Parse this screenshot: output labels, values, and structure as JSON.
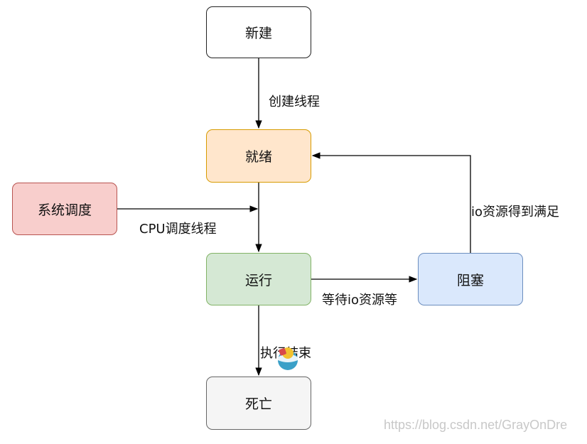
{
  "nodes": {
    "new": "新建",
    "ready": "就绪",
    "scheduler": "系统调度",
    "running": "运行",
    "blocked": "阻塞",
    "terminated": "死亡"
  },
  "edges": {
    "create_thread": "创建线程",
    "cpu_schedule": "CPU调度线程",
    "io_satisfied": "io资源得到满足",
    "wait_io": "等待io资源等",
    "exec_end": "执行结束"
  },
  "colors": {
    "new_fill": "#ffffff",
    "ready_fill": "#ffe6cc",
    "ready_stroke": "#d79b00",
    "scheduler_fill": "#f8cecc",
    "scheduler_stroke": "#b85450",
    "running_fill": "#d5e8d4",
    "running_stroke": "#82b366",
    "blocked_fill": "#dae8fc",
    "blocked_stroke": "#6c8ebf",
    "terminated_fill": "#f5f5f5",
    "terminated_stroke": "#666666"
  },
  "watermark": "https://blog.csdn.net/GrayOnDre"
}
